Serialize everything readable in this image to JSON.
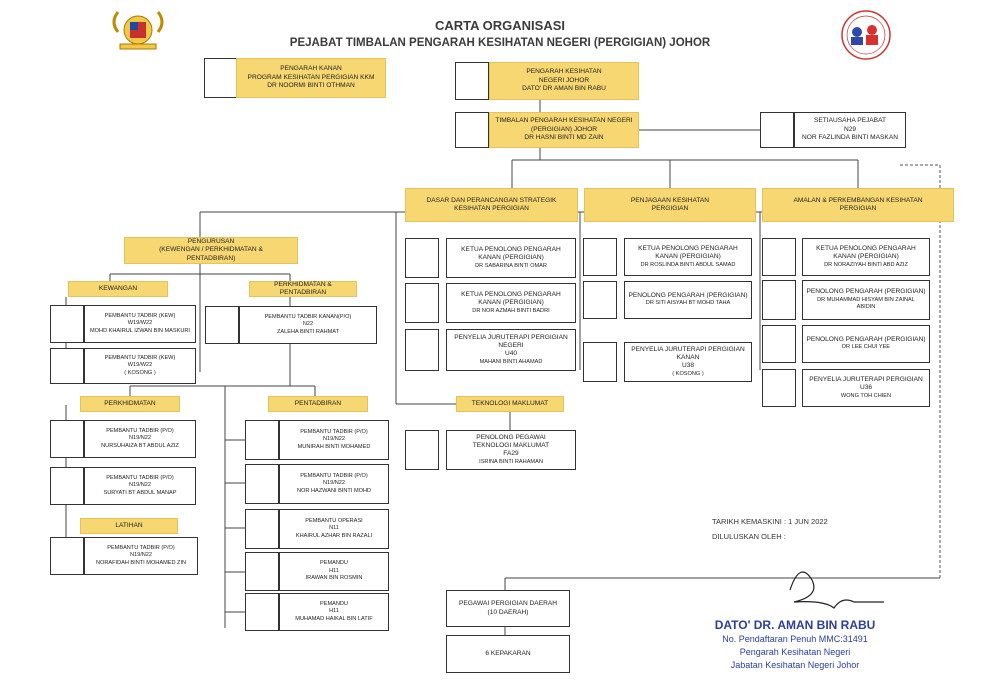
{
  "header": {
    "title": "CARTA ORGANISASI",
    "subtitle": "PEJABAT TIMBALAN PENGARAH KESIHATAN NEGERI  (PERGIGIAN) JOHOR"
  },
  "colors": {
    "highlight": "#f6d771",
    "border": "#333333",
    "signature": "#2c3f9c"
  },
  "boxes": {
    "pengarah_kanan": [
      "PENGARAH KANAN",
      "PROGRAM KESIHATAN PERGIGIAN KKM",
      "DR NOORMI BINTI OTHMAN"
    ],
    "pengarah_negeri": [
      "PENGARAH KESIHATAN",
      "NEGERI JOHOR",
      "DATO' DR AMAN BIN RABU"
    ],
    "timbalan": [
      "TIMBALAN PENGARAH KESIHATAN NEGERI",
      "(PERGIGIAN) JOHOR",
      "DR HASNI BINTI MD ZAIN"
    ],
    "setiausaha": [
      "SETIAUSAHA PEJABAT",
      "N29",
      "NOR FAZLINDA BINTI MASKAN"
    ],
    "dasar": [
      "DASAR DAN PERANCANGAN STRATEGIK",
      "KESIHATAN PERGIGIAN"
    ],
    "penjagaan": [
      "PENJAGAAN KESIHATAN",
      "PERGIGIAN"
    ],
    "amalan": [
      "AMALAN & PERKEMBANGAN KESIHATAN",
      "PERGIGIAN"
    ],
    "pengurusan": [
      "PENGURUSAN",
      "(KEWENGAN / PERKHIDMATAN &",
      "PENTADBIRAN)"
    ],
    "kewangan": "KEWANGAN",
    "perk_pent": [
      "PERKHIDMATAN &",
      "PENTADBIRAN"
    ],
    "kew1": [
      "PEMBANTU TADBIR (KEW)",
      "W19/W22",
      "MOHD KHAIRUL IZWAN BIN MASKURI"
    ],
    "kew2": [
      "PEMBANTU TADBIR (KEW)",
      "W19/W22",
      "( KOSONG )"
    ],
    "ptk": [
      "PEMBANTU TADBIR KANAN(P/O)",
      "N22",
      "ZALEHA BINTI RAHMAT"
    ],
    "perkhidmatan": "PERKHIDMATAN",
    "pentadbiran": "PENTADBIRAN",
    "latihan": "LATIHAN",
    "perk1": [
      "PEMBANTU TADBIR (P/O)",
      "N19/N22",
      "NURSUHAIZA BT ABDUL AZIZ"
    ],
    "perk2": [
      "PEMBANTU TADBIR (P/O)",
      "N19/N22",
      "SURYATI BT ABDUL MANAP"
    ],
    "lat1": [
      "PEMBANTU TADBIR (P/O)",
      "N19/N22",
      "NORAFIDAH BINTI MOHAMED ZIN"
    ],
    "pent1": [
      "PEMBANTU TADBIR (P/O)",
      "N19/N22",
      "MUNIRAH BINTI MOHAMED"
    ],
    "pent2": [
      "PEMBANTU TADBIR (P/O)",
      "N19/N22",
      "NOR HAZWANI BINTI MOHD"
    ],
    "pent3": [
      "PEMBANTU OPERASI",
      "N11",
      "KHAIRUL AZHAR BIN RAZALI"
    ],
    "pent4": [
      "PEMANDU",
      "H11",
      "IRAWAN BIN ROSMIN"
    ],
    "pent5": [
      "PEMANDU",
      "H11",
      "MUHAMAD HAIKAL BIN LATIF"
    ],
    "d1": [
      "KETUA PENOLONG PENGARAH",
      "KANAN (PERGIGIAN)",
      "DR SABARINA BINTI OMAR"
    ],
    "d2": [
      "KETUA PENOLONG PENGARAH",
      "KANAN (PERGIGIAN)",
      "DR NOR AZMAH BINTI BADRI"
    ],
    "d3": [
      "PENYELIA JURUTERAPI PERGIGIAN",
      "NEGERI",
      "U40",
      "MAHANI BINTI AHAMAD"
    ],
    "teknologi": "TEKNOLOGI MAKLUMAT",
    "tm1": [
      "PENOLONG PEGAWAI",
      "TEKNOLOGI MAKLUMAT",
      "FA29",
      "ISRINA BINTI RAHAMAN"
    ],
    "p1": [
      "KETUA PENOLONG PENGARAH",
      "KANAN (PERGIGIAN)",
      "DR ROSLINDA BINTI ABDUL SAMAD"
    ],
    "p2": [
      "PENOLONG PENGARAH (PERGIGIAN)",
      "DR SITI AISYAH BT MOHD TAHA"
    ],
    "p3": [
      "PENYELIA JURUTERAPI PERGIGIAN",
      "KANAN",
      "U38",
      "( KOSONG )"
    ],
    "a1": [
      "KETUA PENOLONG PENGARAH",
      "KANAN (PERGIGIAN)",
      "DR NORAZIYAH BINTI ABD AZIZ"
    ],
    "a2": [
      "PENOLONG PENGARAH (PERGIGIAN)",
      "DR MUHAMMAD HISYAM BIN ZAINAL",
      "ABIDIN"
    ],
    "a3": [
      "PENOLONG PENGARAH (PERGIGIAN)",
      "DR LEE CHUI YEE"
    ],
    "a4": [
      "PENYELIA JURUTERAPI PERGIGIAN",
      "U36",
      "WONG TOH CHIEN"
    ],
    "daerah": [
      "PEGAWAI PERGIGIAN DAERAH",
      "(10 DAERAH)"
    ],
    "kepakaran": "6 KEPAKARAN"
  },
  "footer": {
    "updated": "TARIKH KEMASKINI : 1 JUN 2022",
    "approved": "DILULUSKAN OLEH :",
    "sig_name": "DATO' DR. AMAN BIN RABU",
    "sig_reg": "No. Pendaftaran Penuh MMC:31491",
    "sig_role1": "Pengarah Kesihatan Negeri",
    "sig_role2": "Jabatan Kesihatan Negeri Johor"
  }
}
